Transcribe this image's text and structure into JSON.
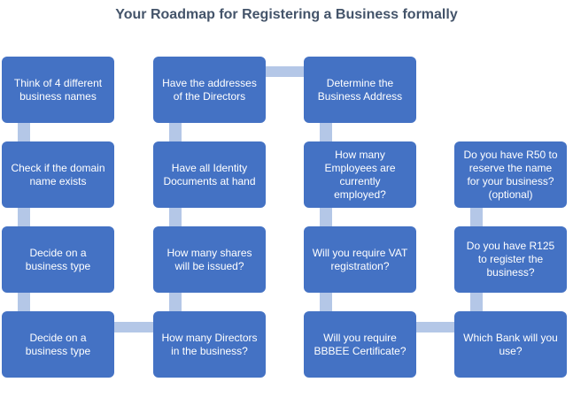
{
  "title": "Your Roadmap for Registering a Business formally",
  "colors": {
    "box": "#4472c4",
    "connector": "#b4c7e7",
    "title": "#44546a"
  },
  "steps": {
    "c1r1": "Think of 4 different\nbusiness  names",
    "c1r2": "Check if the domain\nname exists",
    "c1r3": "Decide on a\nbusiness  type",
    "c1r4": "Decide on a\nbusiness  type",
    "c2r1": "Have the addresses\nof the Directors",
    "c2r2": "Have all Identity\nDocuments at hand",
    "c2r3": "How many shares\nwill be issued?",
    "c2r4": "How many Directors\nin the business?",
    "c3r1": "Determine the\nBusiness Address",
    "c3r2": "How many\nEmployees are\ncurrently\nemployed?",
    "c3r3": "Will you require VAT\nregistration?",
    "c3r4": "Will you require\nBBBEE Certificate?",
    "c4r2": "Do you have R50 to\nreserve the name\nfor your business?\n(optional)",
    "c4r3": "Do you have R125\nto register the\nbusiness?",
    "c4r4": "Which Bank will you\nuse?"
  }
}
